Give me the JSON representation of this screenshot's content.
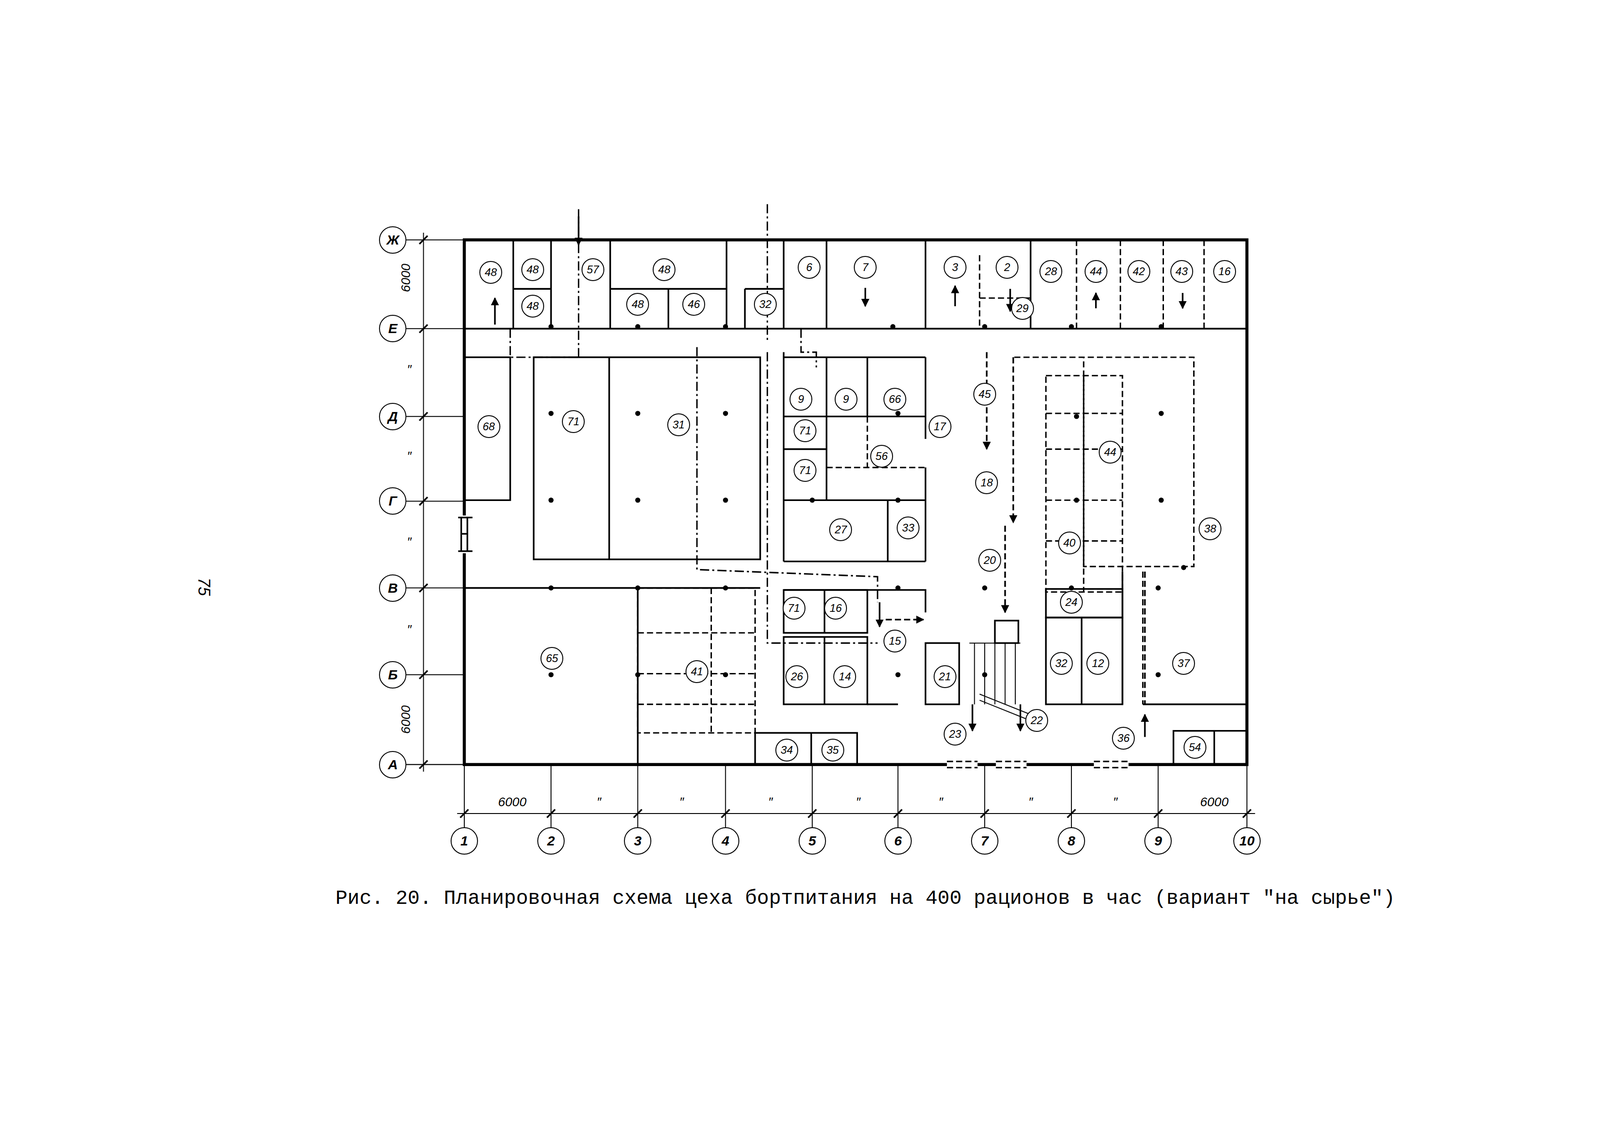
{
  "diagram": {
    "caption": "Рис. 20. Планировочная схема цеха бортпитания на 400 рационов в час (вариант \"на сырье\")",
    "nodes": [
      {
        "text": [
          "48"
        ]
      },
      {
        "text": [
          "48"
        ]
      },
      {
        "text": [
          "57"
        ]
      },
      {
        "text": [
          "48"
        ]
      },
      {
        "text": [
          "6"
        ]
      },
      {
        "text": [
          "7"
        ]
      },
      {
        "text": [
          "3"
        ]
      },
      {
        "text": [
          "2"
        ]
      },
      {
        "text": [
          "28"
        ]
      },
      {
        "text": [
          "44"
        ]
      },
      {
        "text": [
          "42"
        ]
      },
      {
        "text": [
          "43"
        ]
      },
      {
        "text": [
          "16"
        ]
      },
      {
        "text": [
          "48"
        ]
      },
      {
        "text": [
          "48"
        ]
      },
      {
        "text": [
          "46"
        ]
      },
      {
        "text": [
          "32"
        ]
      },
      {
        "text": [
          "29"
        ]
      },
      {
        "text": [
          "45"
        ]
      },
      {
        "text": [
          "9"
        ]
      },
      {
        "text": [
          "9"
        ]
      },
      {
        "text": [
          "66"
        ]
      },
      {
        "text": [
          "71"
        ]
      },
      {
        "text": [
          "31"
        ]
      },
      {
        "text": [
          "68"
        ]
      },
      {
        "text": [
          "17"
        ]
      },
      {
        "text": [
          "71"
        ]
      },
      {
        "text": [
          "44"
        ]
      },
      {
        "text": [
          "56"
        ]
      },
      {
        "text": [
          "71"
        ]
      },
      {
        "text": [
          "18"
        ]
      },
      {
        "text": [
          "33"
        ]
      },
      {
        "text": [
          "27"
        ]
      },
      {
        "text": [
          "38"
        ]
      },
      {
        "text": [
          "40"
        ]
      },
      {
        "text": [
          "20"
        ]
      },
      {
        "text": [
          "24"
        ]
      },
      {
        "text": [
          "71"
        ]
      },
      {
        "text": [
          "16"
        ]
      },
      {
        "text": [
          "15"
        ]
      },
      {
        "text": [
          "65"
        ]
      },
      {
        "text": [
          "32"
        ]
      },
      {
        "text": [
          "12"
        ]
      },
      {
        "text": [
          "37"
        ]
      },
      {
        "text": [
          "41"
        ]
      },
      {
        "text": [
          "26"
        ]
      },
      {
        "text": [
          "14"
        ]
      },
      {
        "text": [
          "21"
        ]
      },
      {
        "text": [
          "22"
        ]
      },
      {
        "text": [
          "23"
        ]
      },
      {
        "text": [
          "36"
        ]
      },
      {
        "text": [
          "34"
        ]
      },
      {
        "text": [
          "35"
        ]
      },
      {
        "text": [
          "54"
        ]
      },
      {
        "text": [
          "Ж"
        ]
      },
      {
        "text": [
          "Е"
        ]
      },
      {
        "text": [
          "Д"
        ]
      },
      {
        "text": [
          "Г"
        ]
      },
      {
        "text": [
          "В"
        ]
      },
      {
        "text": [
          "Б"
        ]
      },
      {
        "text": [
          "А"
        ]
      },
      {
        "text": [
          "1"
        ]
      },
      {
        "text": [
          "2"
        ]
      },
      {
        "text": [
          "3"
        ]
      },
      {
        "text": [
          "4"
        ]
      },
      {
        "text": [
          "5"
        ]
      },
      {
        "text": [
          "6"
        ]
      },
      {
        "text": [
          "7"
        ]
      },
      {
        "text": [
          "8"
        ]
      },
      {
        "text": [
          "9"
        ]
      },
      {
        "text": [
          "10"
        ]
      }
    ],
    "labels": [
      "75",
      "6000",
      "″",
      "″",
      "″",
      "″",
      "6000",
      "6000",
      "″",
      "″",
      "″",
      "″",
      "″",
      "″",
      "″",
      "6000"
    ]
  }
}
